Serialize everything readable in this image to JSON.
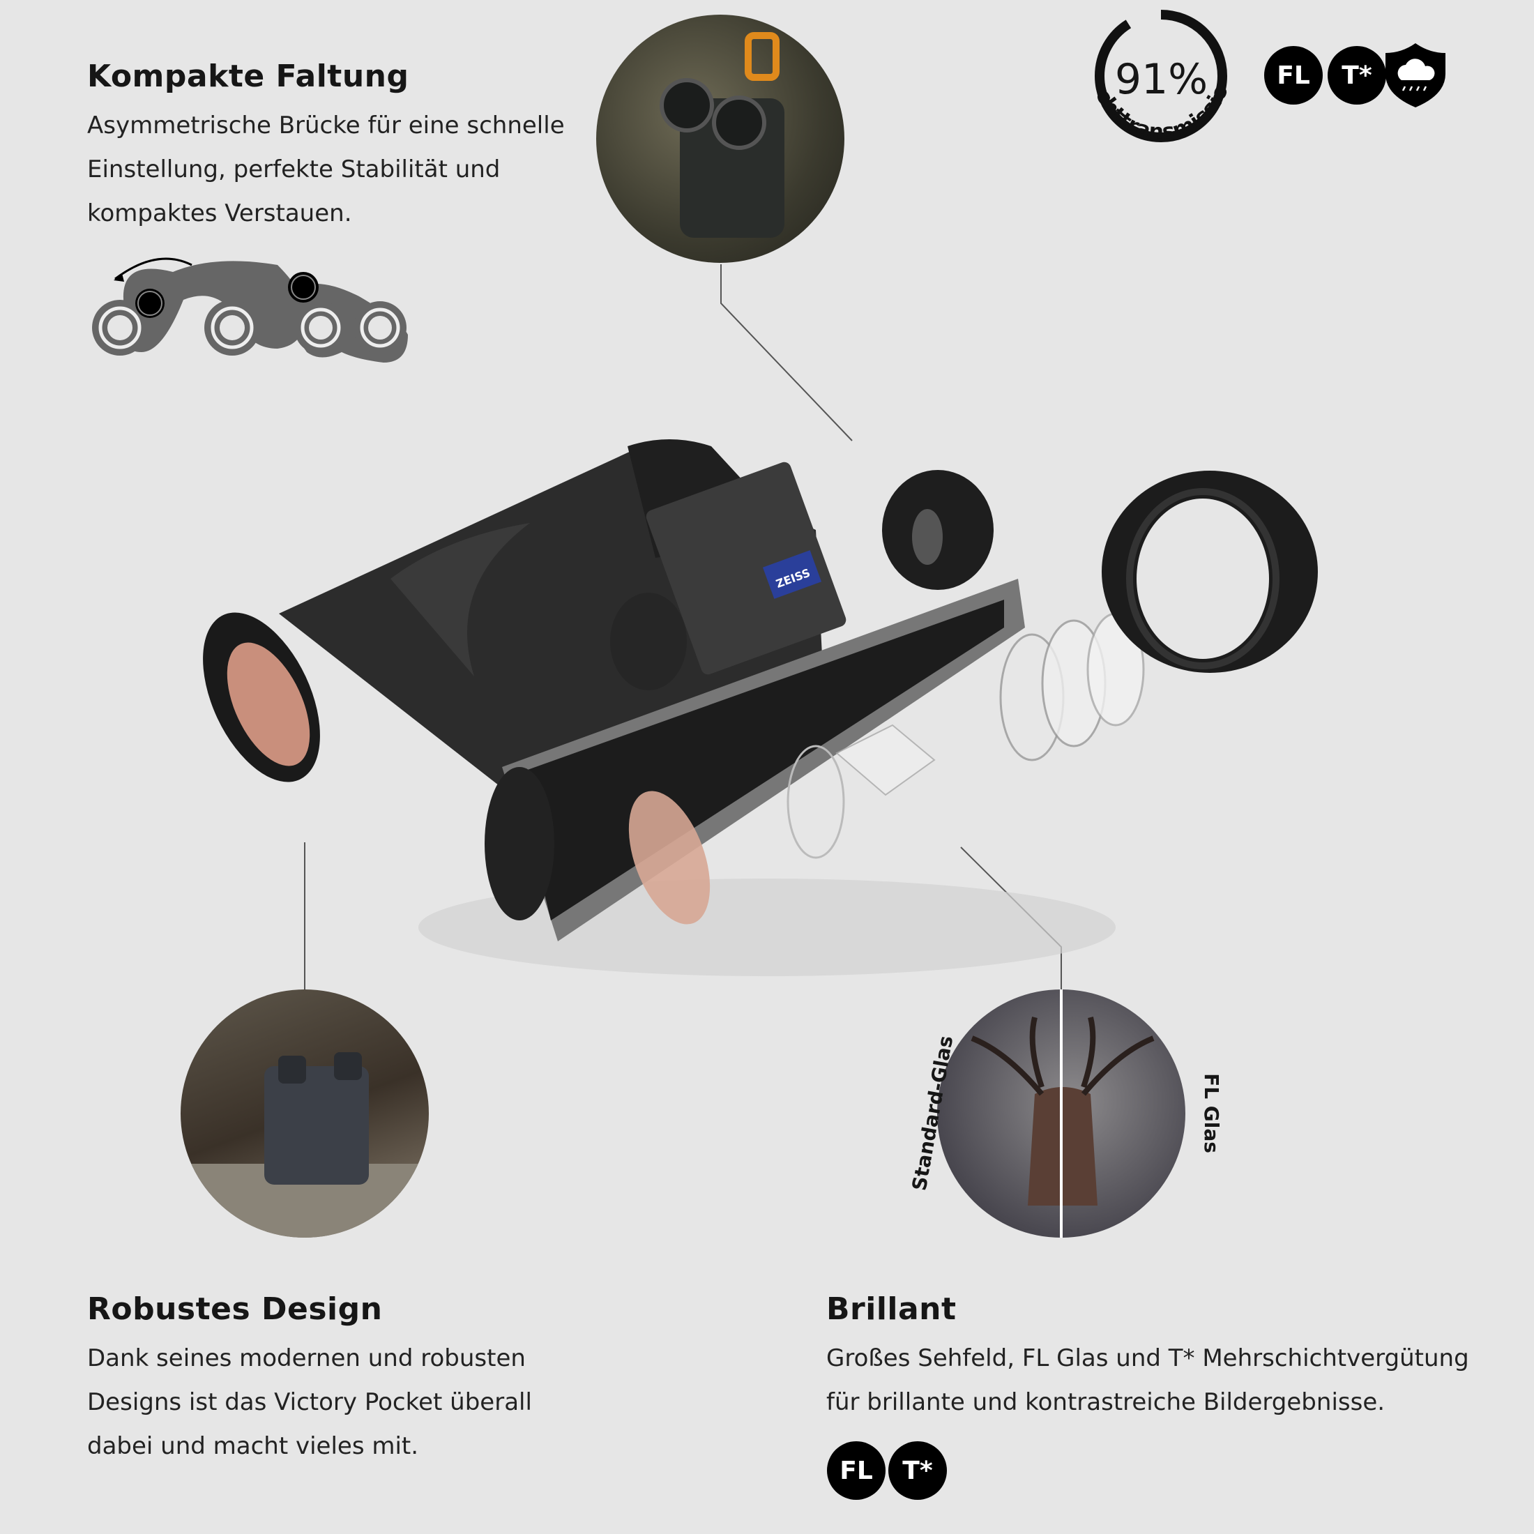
{
  "sections": {
    "fold": {
      "title": "Kompakte Faltung",
      "lines": [
        "Asymmetrische Brücke für eine schnelle",
        "Einstellung, perfekte Stabilität und",
        "kompaktes Verstauen."
      ]
    },
    "robust": {
      "title": "Robustes Design",
      "lines": [
        "Dank seines modernen und robusten",
        "Designs ist das Victory Pocket überall",
        "dabei und macht vieles mit."
      ]
    },
    "brilliant": {
      "title": "Brillant",
      "lines": [
        "Großes Sehfeld, FL Glas und T* Mehrschichtvergütung",
        "für brillante und kontrastreiche Bildergebnisse."
      ],
      "badges": [
        "FL",
        "T*"
      ]
    }
  },
  "transmission": {
    "value": "91%",
    "fraction": 0.91,
    "label": "Lichttransmission"
  },
  "top_badges": [
    "FL",
    "T*",
    "weatherproof-shield-icon"
  ],
  "comparison": {
    "left_label": "Standard-Glas",
    "right_label": "FL Glas"
  },
  "binocular_logo": "ZEISS",
  "colors": {
    "background": "#e6e6e6",
    "text": "#161616",
    "badge": "#000000",
    "zeiss_blue": "#2a3f9a"
  }
}
